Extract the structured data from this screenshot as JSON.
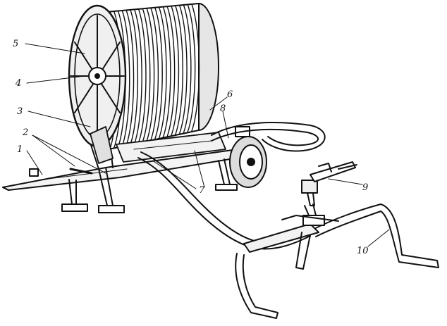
{
  "figure": {
    "callouts": [
      {
        "id": "c1",
        "text": "1"
      },
      {
        "id": "c2",
        "text": "2"
      },
      {
        "id": "c3",
        "text": "3"
      },
      {
        "id": "c4",
        "text": "4"
      },
      {
        "id": "c5",
        "text": "5"
      },
      {
        "id": "c6",
        "text": "6"
      },
      {
        "id": "c7",
        "text": "7"
      },
      {
        "id": "c8",
        "text": "8"
      },
      {
        "id": "c9",
        "text": "9"
      },
      {
        "id": "c10",
        "text": "10"
      }
    ],
    "colors": {
      "ink": "#111111",
      "paper": "#ffffff",
      "shade": "#d8d8d8"
    }
  }
}
